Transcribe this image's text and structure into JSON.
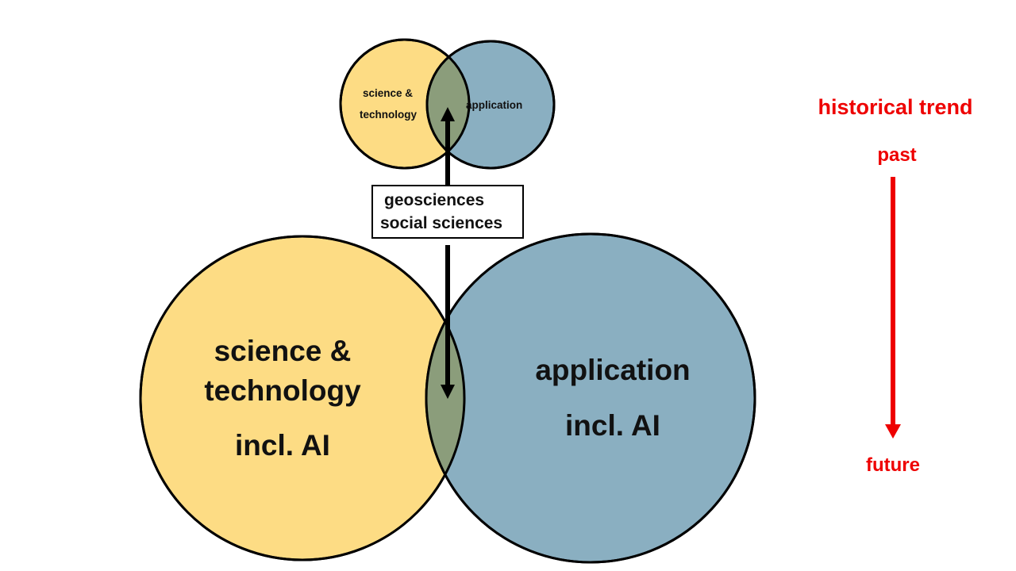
{
  "colors": {
    "science": "#fddc84",
    "application": "#8aafc1",
    "overlap": "#8b9d7b",
    "trend": "#ee0000",
    "stroke": "#000000"
  },
  "past": {
    "science_lines": [
      "science &",
      "technology"
    ],
    "application_label": "application"
  },
  "box": {
    "lines": [
      "geosciences",
      "social sciences"
    ]
  },
  "future": {
    "science_lines": [
      "science &",
      "technology",
      "incl. AI"
    ],
    "application_lines": [
      "application",
      "incl. AI"
    ]
  },
  "trend": {
    "title": "historical trend",
    "start": "past",
    "end": "future"
  }
}
